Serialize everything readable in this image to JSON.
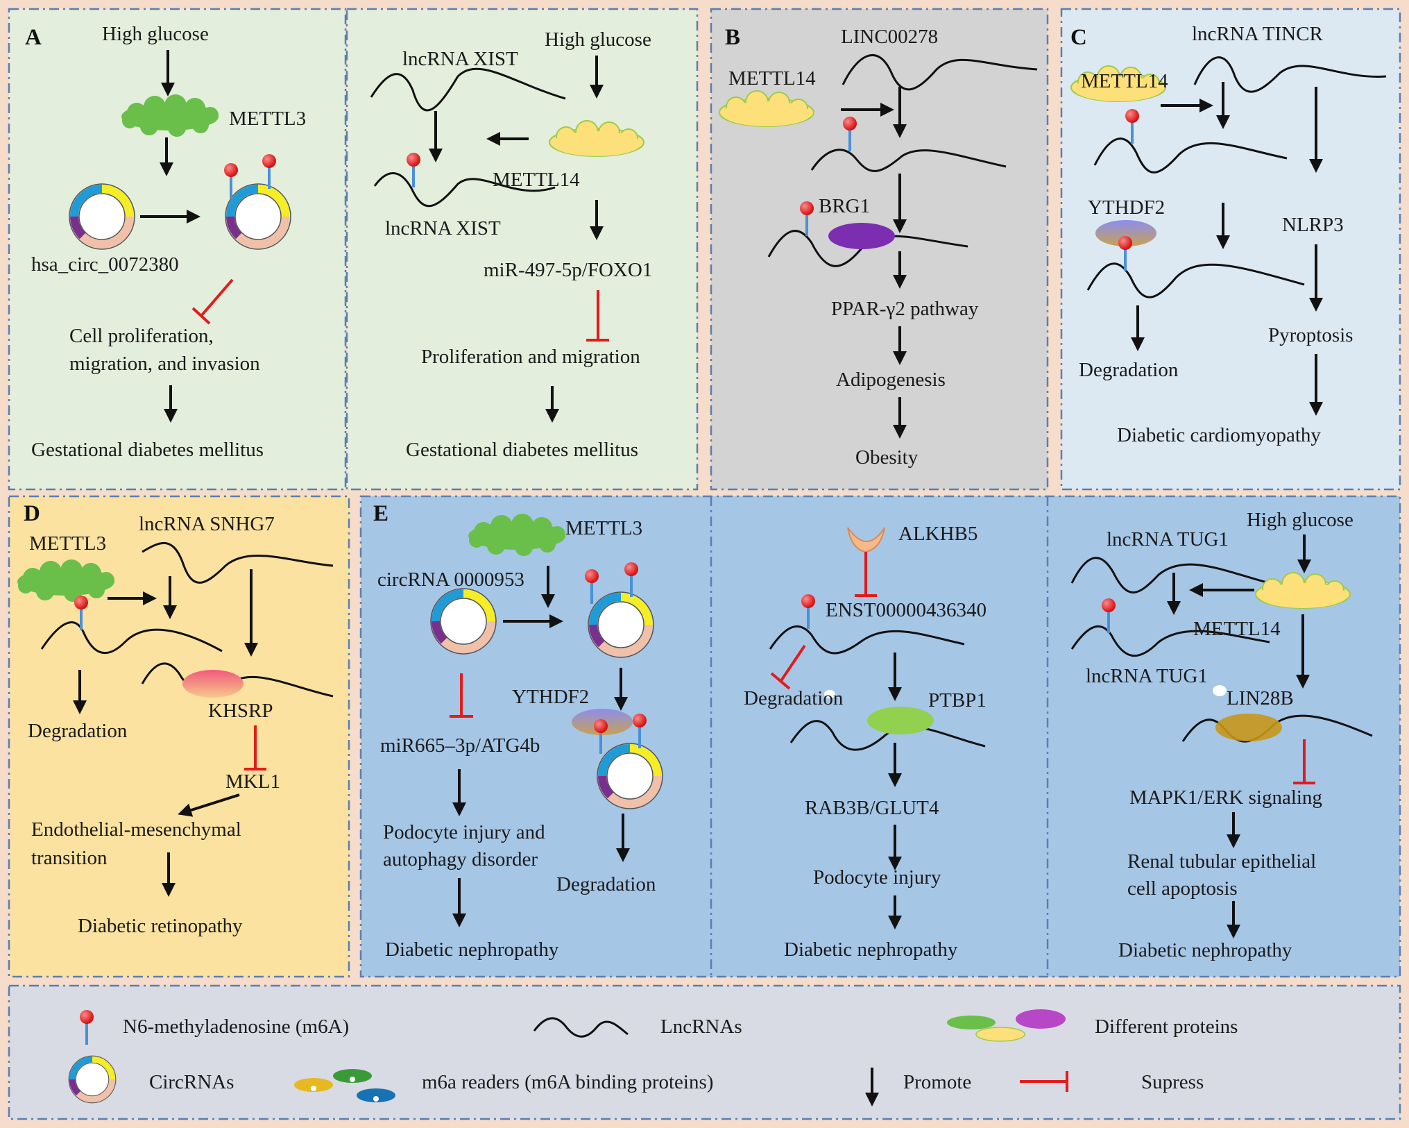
{
  "panel_labels": {
    "a": "A",
    "b": "B",
    "c": "C",
    "d": "D",
    "e": "E"
  },
  "a1": {
    "high_glucose": "High glucose",
    "mettl3": "METTL3",
    "circ": "hsa_circ_0072380",
    "effect_1": "Cell proliferation,",
    "effect_2": "migration, and invasion",
    "outcome": "Gestational diabetes mellitus"
  },
  "a2": {
    "xist_top": "lncRNA XIST",
    "high_glucose": "High glucose",
    "mettl14": "METTL14",
    "xist_bottom": "lncRNA XIST",
    "target": "miR-497-5p/FOXO1",
    "effect": "Proliferation and migration",
    "outcome": "Gestational diabetes mellitus"
  },
  "b": {
    "linc": "LINC00278",
    "mettl14": "METTL14",
    "brg1": "BRG1",
    "pathway": "PPAR-γ2 pathway",
    "adipogenesis": "Adipogenesis",
    "outcome": "Obesity"
  },
  "c": {
    "tincr": "lncRNA TINCR",
    "mettl14": "METTL14",
    "ythdf2": "YTHDF2",
    "nlrp3": "NLRP3",
    "pyroptosis": "Pyroptosis",
    "degradation": "Degradation",
    "outcome": "Diabetic cardiomyopathy"
  },
  "d": {
    "mettl3": "METTL3",
    "snhg7": "lncRNA SNHG7",
    "degradation": "Degradation",
    "khsrp": "KHSRP",
    "mkl1": "MKL1",
    "emt_1": "Endothelial-mesenchymal",
    "emt_2": "transition",
    "outcome": "Diabetic retinopathy"
  },
  "e1": {
    "mettl3": "METTL3",
    "circ": "circRNA 0000953",
    "ythdf2": "YTHDF2",
    "target": "miR665–3p/ATG4b",
    "injury_1": "Podocyte injury and",
    "injury_2": "autophagy disorder",
    "degradation": "Degradation",
    "outcome": "Diabetic nephropathy"
  },
  "e2": {
    "alkbh5": "ALKHB5",
    "enst": "ENST00000436340",
    "degradation": "Degradation",
    "ptbp1": "PTBP1",
    "target": "RAB3B/GLUT4",
    "injury": "Podocyte injury",
    "outcome": "Diabetic nephropathy"
  },
  "e3": {
    "high_glucose": "High glucose",
    "tug1_top": "lncRNA TUG1",
    "mettl14": "METTL14",
    "tug1_bottom": "lncRNA TUG1",
    "lin28b": "LIN28B",
    "signaling": "MAPK1/ERK signaling",
    "apoptosis_1": "Renal tubular epithelial",
    "apoptosis_2": "cell apoptosis",
    "outcome": "Diabetic nephropathy"
  },
  "legend": {
    "m6a": "N6-methyladenosine (m6A)",
    "lncrnas": "LncRNAs",
    "proteins": "Different proteins",
    "circrnas": "CircRNAs",
    "readers": "m6a readers (m6A binding proteins)",
    "promote": "Promote",
    "suppress": "Supress"
  },
  "colors": {
    "panel_a": "#e3eedc",
    "panel_b": "#d3d3d3",
    "panel_c": "#dce8f2",
    "panel_d": "#fbe2a0",
    "panel_e": "#a6c6e6",
    "legend": "#d8dbe3",
    "border": "#f5dccb",
    "green_protein": "#6abf4b",
    "yellow_protein": "#fde07a",
    "purple_protein": "#7b2fb0",
    "m6a_dot": "#e31b1b",
    "suppress": "#e31b1b"
  }
}
